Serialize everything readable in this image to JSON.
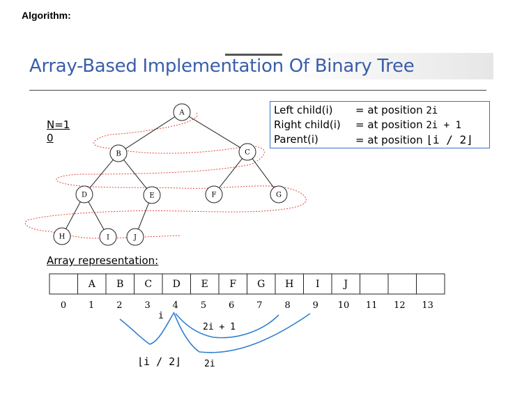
{
  "heading": "Algorithm:",
  "slide": {
    "title": "Array-Based Implementation Of Binary Tree",
    "n_label_line1": "N=1",
    "n_label_line2": "0",
    "formulas": [
      {
        "label": "Left child(i)",
        "eq": "= at position",
        "expr": "2i"
      },
      {
        "label": "Right child(i)",
        "eq": "= at position",
        "expr": "2i + 1"
      },
      {
        "label": "Parent(i)",
        "eq": "= at position",
        "expr": "⌊i / 2⌋"
      }
    ],
    "array_label": "Array representation:"
  },
  "tree": {
    "nodes": [
      {
        "id": "A",
        "label": "A"
      },
      {
        "id": "B",
        "label": "B"
      },
      {
        "id": "C",
        "label": "C"
      },
      {
        "id": "D",
        "label": "D"
      },
      {
        "id": "E",
        "label": "E"
      },
      {
        "id": "F",
        "label": "F"
      },
      {
        "id": "G",
        "label": "G"
      },
      {
        "id": "H",
        "label": "H"
      },
      {
        "id": "I",
        "label": "I"
      },
      {
        "id": "J",
        "label": "J"
      }
    ],
    "edges": [
      [
        "A",
        "B"
      ],
      [
        "A",
        "C"
      ],
      [
        "B",
        "D"
      ],
      [
        "B",
        "E"
      ],
      [
        "C",
        "F"
      ],
      [
        "C",
        "G"
      ],
      [
        "D",
        "H"
      ],
      [
        "D",
        "I"
      ],
      [
        "E",
        "J"
      ]
    ]
  },
  "array": {
    "cells": [
      "",
      "A",
      "B",
      "C",
      "D",
      "E",
      "F",
      "G",
      "H",
      "I",
      "J",
      "",
      "",
      ""
    ],
    "indices": [
      "0",
      "1",
      "2",
      "3",
      "4",
      "5",
      "6",
      "7",
      "8",
      "9",
      "10",
      "11",
      "12",
      "13"
    ]
  },
  "annotations": {
    "i_label": "i",
    "right_child": "2i + 1",
    "left_child": "2i",
    "parent": "⌊i / 2⌋"
  },
  "colors": {
    "title": "#3a5ea8",
    "box_border": "#3a6fc9",
    "scribble": "#e0443a",
    "arrow": "#2f7fd0"
  }
}
